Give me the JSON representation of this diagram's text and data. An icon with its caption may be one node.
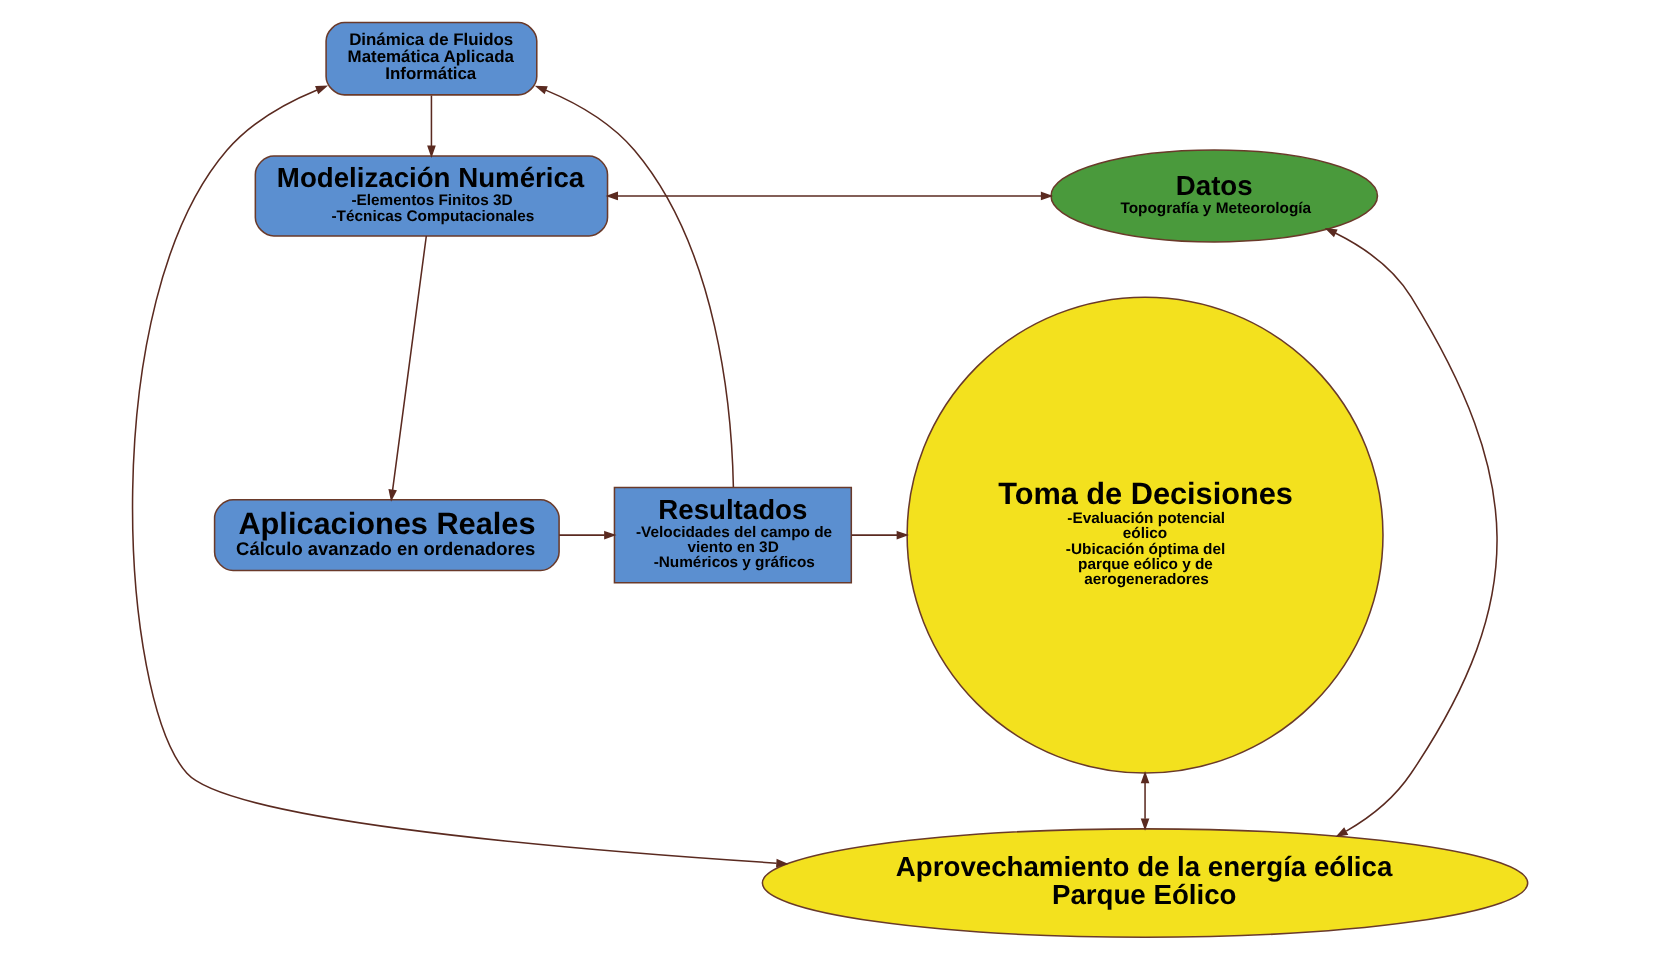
{
  "diagram": {
    "nodes": [
      {
        "text": [
          "Aprovechamiento de la energía eólica",
          "Parque Eólico"
        ]
      },
      {
        "text": [
          "Dinámica de Fluidos",
          "Matemática Aplicada",
          "Informática"
        ]
      },
      {
        "text": [
          "Modelización Numérica",
          "-Elementos Finitos 3D",
          "-Técnicas Computacionales"
        ]
      },
      {
        "text": [
          "Datos",
          "Topografía y Meteorología"
        ]
      },
      {
        "text": [
          "Aplicaciones Reales",
          "Cálculo avanzado en ordenadores"
        ]
      },
      {
        "text": [
          "Resultados",
          "-Velocidades del campo de viento en 3D",
          "-Numéricos y gráficos"
        ]
      },
      {
        "text": [
          "Toma de Decisiones",
          "-Evaluación potencial eólico",
          "-Ubicación óptima del parque eólico y de aerogeneradores"
        ]
      }
    ],
    "edges": [
      {
        "from": 1,
        "to": 0,
        "arrow": "both"
      },
      {
        "from": 3,
        "to": 0,
        "arrow": "both"
      },
      {
        "from": 6,
        "to": 0,
        "arrow": "both"
      },
      {
        "from": 1,
        "to": 2,
        "arrow": "to"
      },
      {
        "from": 2,
        "to": 3,
        "arrow": "both"
      },
      {
        "from": 2,
        "to": 4,
        "arrow": "to"
      },
      {
        "from": 4,
        "to": 5,
        "arrow": "to"
      },
      {
        "from": 5,
        "to": 6,
        "arrow": "to"
      },
      {
        "from": 5,
        "to": 1,
        "arrow": "to"
      }
    ]
  }
}
